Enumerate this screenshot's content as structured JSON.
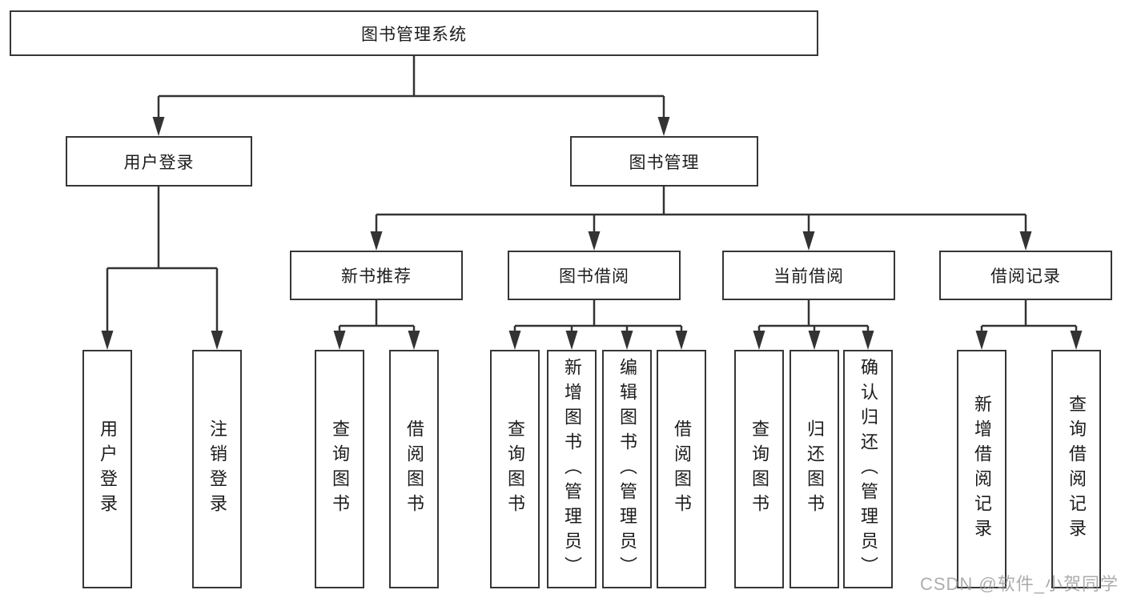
{
  "diagram": {
    "title": "图书管理系统",
    "root": {
      "label": "图书管理系统"
    },
    "level2": [
      {
        "label": "用户登录"
      },
      {
        "label": "图书管理"
      }
    ],
    "level3": [
      {
        "label": "新书推荐"
      },
      {
        "label": "图书借阅"
      },
      {
        "label": "当前借阅"
      },
      {
        "label": "借阅记录"
      }
    ],
    "leaves": [
      {
        "label": "用户登录"
      },
      {
        "label": "注销登录"
      },
      {
        "label": "查询图书"
      },
      {
        "label": "借阅图书"
      },
      {
        "label": "查询图书"
      },
      {
        "label": "新增图书（管理员）"
      },
      {
        "label": "编辑图书（管理员）"
      },
      {
        "label": "借阅图书"
      },
      {
        "label": "查询图书"
      },
      {
        "label": "归还图书"
      },
      {
        "label": "确认归还（管理员）"
      },
      {
        "label": "新增借阅记录"
      },
      {
        "label": "查询借阅记录"
      }
    ]
  },
  "watermark": {
    "text": "CSDN @软件_小贺同学"
  },
  "colors": {
    "line": "#333333",
    "box_border": "#363636",
    "box_fill": "#ffffff",
    "text": "#1c1c1c",
    "background": "#ffffff",
    "watermark": "#969696"
  }
}
